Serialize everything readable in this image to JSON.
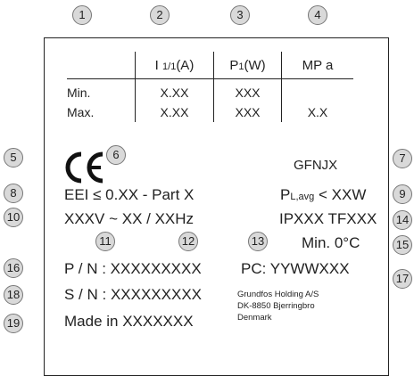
{
  "callouts": {
    "c1": "1",
    "c2": "2",
    "c3": "3",
    "c4": "4",
    "c5": "5",
    "c6": "6",
    "c7": "7",
    "c8": "8",
    "c9": "9",
    "c10": "10",
    "c11": "11",
    "c12": "12",
    "c13": "13",
    "c14": "14",
    "c15": "15",
    "c16": "16",
    "c17": "17",
    "c18": "18",
    "c19": "19"
  },
  "table": {
    "header": {
      "current_main": "I ",
      "current_sub": "1/1",
      "current_unit": "(A)",
      "power_main": "P",
      "power_sub": "1",
      "power_unit": "(W)",
      "mpa": "MP a"
    },
    "rows": [
      {
        "label": "Min.",
        "current": "X.XX",
        "power": "XXX",
        "mpa": ""
      },
      {
        "label": "Max.",
        "current": "X.XX",
        "power": "XXX",
        "mpa": "X.X"
      }
    ]
  },
  "marks": {
    "ce": "CE"
  },
  "code": "GFNJX",
  "eei": "EEI ≤ 0.XX - Part X",
  "power_avg": {
    "prefix": "P",
    "sub": "L,avg",
    "suffix": " < XXW"
  },
  "voltage": "XXXV ~ XX / XXHz",
  "protection": "IPXXX TFXXX",
  "min_temp": "Min. 0°C",
  "part_number": "P / N : XXXXXXXXX",
  "production_code": "PC: YYWWXXX",
  "serial_number": "S / N : XXXXXXXXX",
  "made_in": "Made in XXXXXXX",
  "manufacturer": {
    "name": "Grundfos Holding A/S",
    "address": "DK-8850 Bjerringbro",
    "country": "Denmark"
  }
}
